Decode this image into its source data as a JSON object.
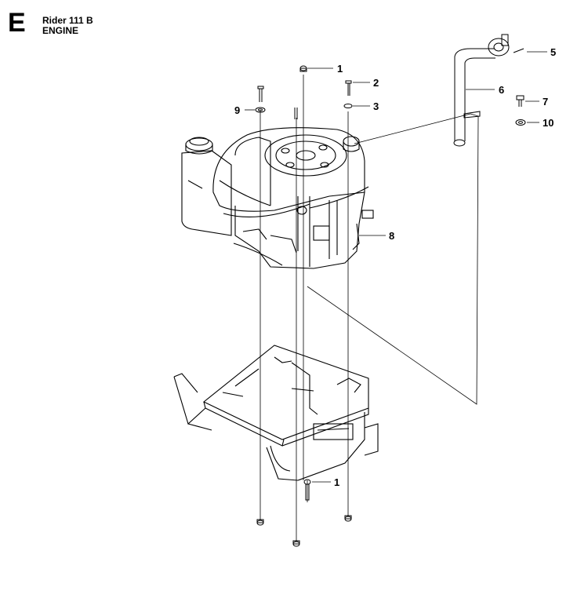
{
  "header": {
    "section_letter": "E",
    "model": "Rider 111 B",
    "section_name": "ENGINE"
  },
  "callouts": [
    "1",
    "2",
    "3",
    "5",
    "6",
    "7",
    "8",
    "9",
    "10",
    "1"
  ]
}
